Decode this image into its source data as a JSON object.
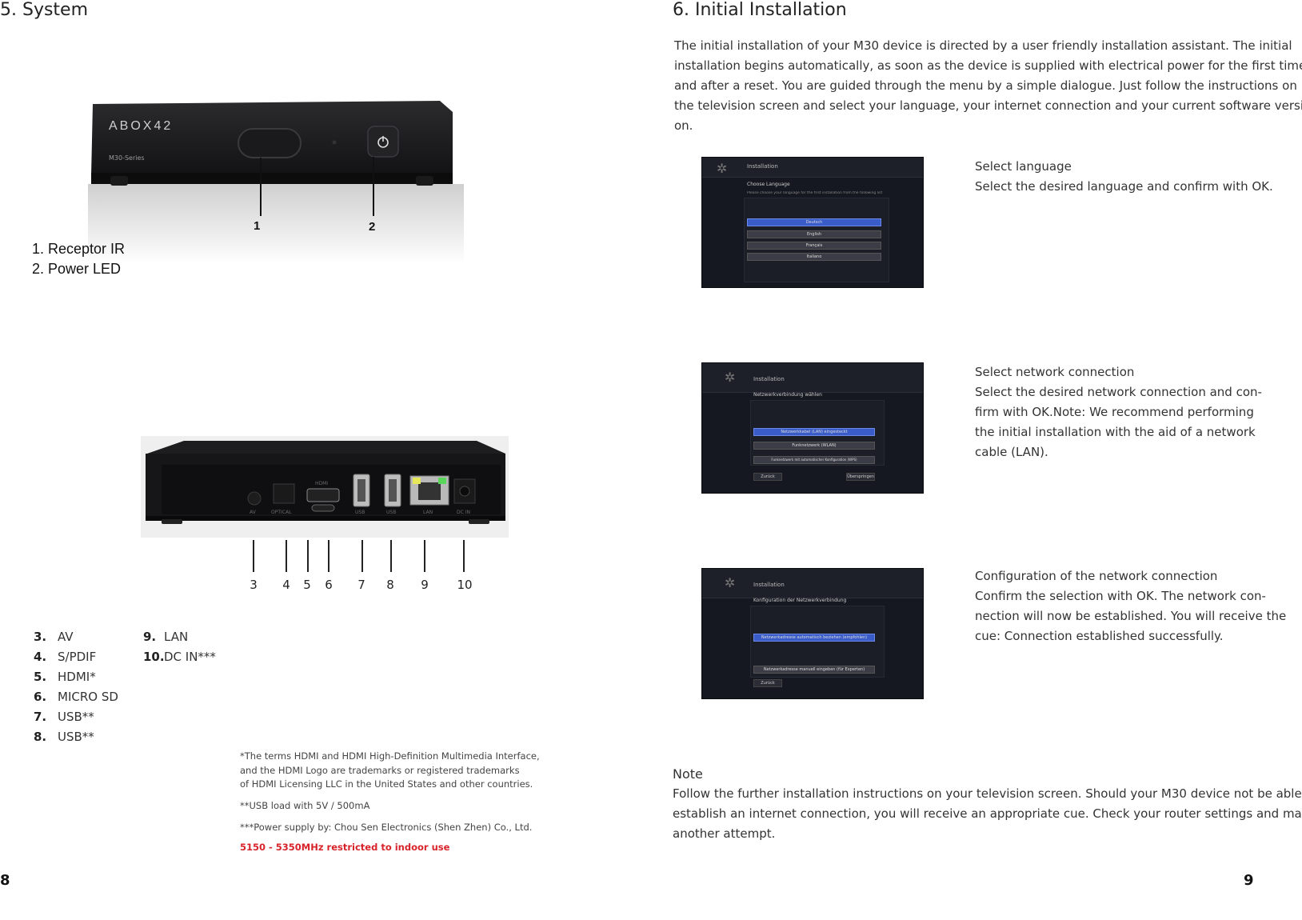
{
  "left_page": {
    "title": "5. System",
    "front_device": {
      "brand": "ABOX42",
      "series": "M30-Series",
      "callouts": [
        "1",
        "2"
      ],
      "legend": [
        "1. Receptor IR",
        "2. Power LED"
      ]
    },
    "back_device": {
      "port_labels": [
        "AV",
        "OPTICAL",
        "HDMI",
        "USB",
        "USB",
        "LAN",
        "DC IN"
      ],
      "port_numbers": [
        "3",
        "4",
        "5",
        "6",
        "7",
        "8",
        "9",
        "10"
      ]
    },
    "port_legend_left": [
      {
        "num": "3.",
        "label": "AV"
      },
      {
        "num": "4.",
        "label": "S/PDIF"
      },
      {
        "num": "5.",
        "label": "HDMI*"
      },
      {
        "num": "6.",
        "label": "MICRO SD"
      },
      {
        "num": "7.",
        "label": "USB**"
      },
      {
        "num": "8.",
        "label": "USB**"
      }
    ],
    "port_legend_right": [
      {
        "num": "9.",
        "label": "LAN"
      },
      {
        "num": "10.",
        "label": "DC IN***"
      }
    ],
    "footnotes": {
      "hdmi_line1": "*The terms HDMI and HDMI High-Definition Multimedia Interface,",
      "hdmi_line2": "and the HDMI Logo are trademarks or registered trademarks",
      "hdmi_line3": "of HDMI Licensing LLC in the United States and other countries.",
      "usb": "**USB load with 5V / 500mA",
      "power": "***Power supply by: Chou Sen Electronics (Shen Zhen) Co., Ltd.",
      "restriction": "5150 - 5350MHz restricted to indoor use"
    },
    "page_number": "8"
  },
  "right_page": {
    "title": "6. Initial Installation",
    "intro": [
      "The initial installation of your M30 device is directed by a user friendly installation assistant. The initial",
      "installation begins automatically, as soon as the device is supplied with electrical power for the first time",
      "and after a reset. You are guided through the menu by a simple dialogue. Just follow the instructions on",
      "the television screen and select your language, your internet connection and your current software versi-",
      "on."
    ],
    "steps": [
      {
        "heading": "Select language",
        "lines": [
          "Select the desired language and confirm with OK."
        ],
        "screen": {
          "window_title": "Installation",
          "heading": "Choose Language",
          "subtitle": "Please choose your language for the first installation from the following list",
          "options": [
            "Deutsch",
            "English",
            "Français",
            "Italiano"
          ]
        }
      },
      {
        "heading": "Select network connection",
        "lines": [
          "Select the desired network connection and con-",
          "firm with OK.Note: We recommend performing",
          "the initial installation with the aid of a network",
          "cable (LAN)."
        ],
        "screen": {
          "window_title": "Installation",
          "heading": "Netzwerkverbindung wählen",
          "subtitle": "Bitte wählen Sie aus der folgenden Liste, wie Ihr Gerät mit dem Netzwerk verbunden werden soll",
          "options": [
            "Netzwerkkabel (LAN) eingesteckt",
            "Funknetzwerk (WLAN)",
            "Funknetzwerk mit automatischer Konfiguration (WPS)"
          ],
          "back": "Zurück",
          "skip": "Überspringen"
        }
      },
      {
        "heading": "Configuration of the network connection",
        "lines": [
          "Confirm the selection with OK. The network con-",
          "nection will now be established. You will receive the",
          "cue: Connection established successfully."
        ],
        "screen": {
          "window_title": "Installation",
          "heading": "Konfiguration der Netzwerkverbindung",
          "subtitle": "Wählen Sie aus, ob die Netzwerkadresse (IP-Adresse) automatisch bezogen oder manuell eingegeben werden soll",
          "options": [
            "Netzwerkadresse automatisch beziehen (empfohlen)",
            "Netzwerkadresse manuell eingeben (für Experten)"
          ],
          "back": "Zurück"
        }
      }
    ],
    "note": {
      "heading": "Note",
      "lines": [
        "Follow the further installation instructions on your television screen. Should your M30 device not be able to",
        "establish an internet connection, you will receive an appropriate cue. Check your router settings and make",
        "another attempt."
      ]
    },
    "page_number": "9"
  },
  "colors": {
    "text": "#333333",
    "restriction_red": "#d8232a",
    "screen_highlight": "#3a5cc9"
  }
}
